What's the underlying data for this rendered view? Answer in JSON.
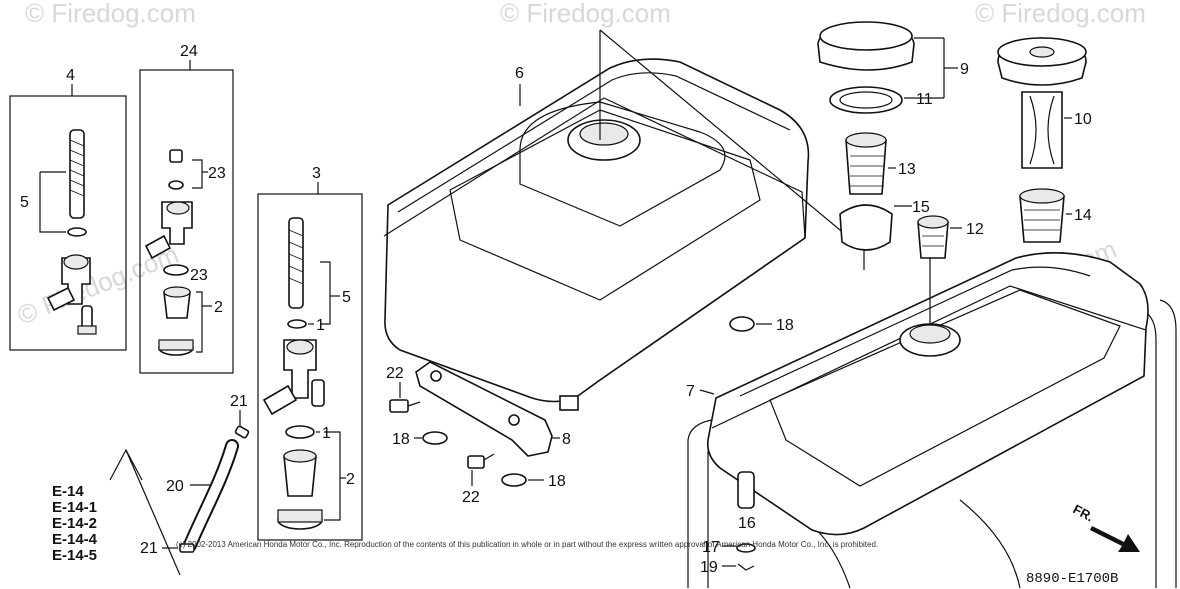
{
  "watermark": "© Firedog.com",
  "copyright": "(c) 2002-2013 American Honda Motor Co., Inc. Reproduction of the contents of this publication in whole or in part without the express written approval of American Honda Motor Co., Inc. is prohibited.",
  "diagram_code": "8890-E1700B",
  "direction_label": "FR.",
  "callouts": {
    "c1a": "1",
    "c1b": "1",
    "c2a": "2",
    "c2b": "2",
    "c3": "3",
    "c4": "4",
    "c5a": "5",
    "c5b": "5",
    "c6": "6",
    "c7": "7",
    "c8": "8",
    "c9": "9",
    "c10": "10",
    "c11": "11",
    "c12": "12",
    "c13": "13",
    "c14": "14",
    "c15": "15",
    "c16": "16",
    "c17": "17",
    "c18a": "18",
    "c18b": "18",
    "c18c": "18",
    "c19": "19",
    "c20": "20",
    "c21a": "21",
    "c21b": "21",
    "c22a": "22",
    "c22b": "22",
    "c23a": "23",
    "c23b": "23",
    "c24": "24"
  },
  "references": [
    "E-14",
    "E-14-1",
    "E-14-2",
    "E-14-4",
    "E-14-5"
  ]
}
